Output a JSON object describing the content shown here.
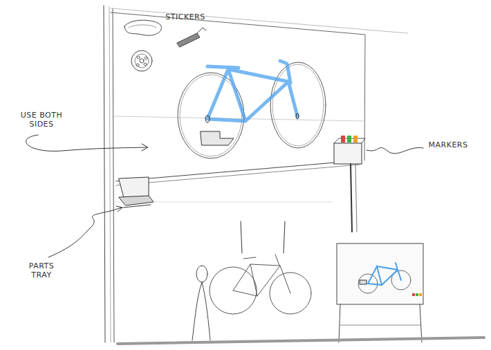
{
  "diagram": {
    "labels": [
      "STICKERS",
      "USE BOTH SIDES",
      "MARKERS",
      "PARTS TRAY"
    ]
  }
}
